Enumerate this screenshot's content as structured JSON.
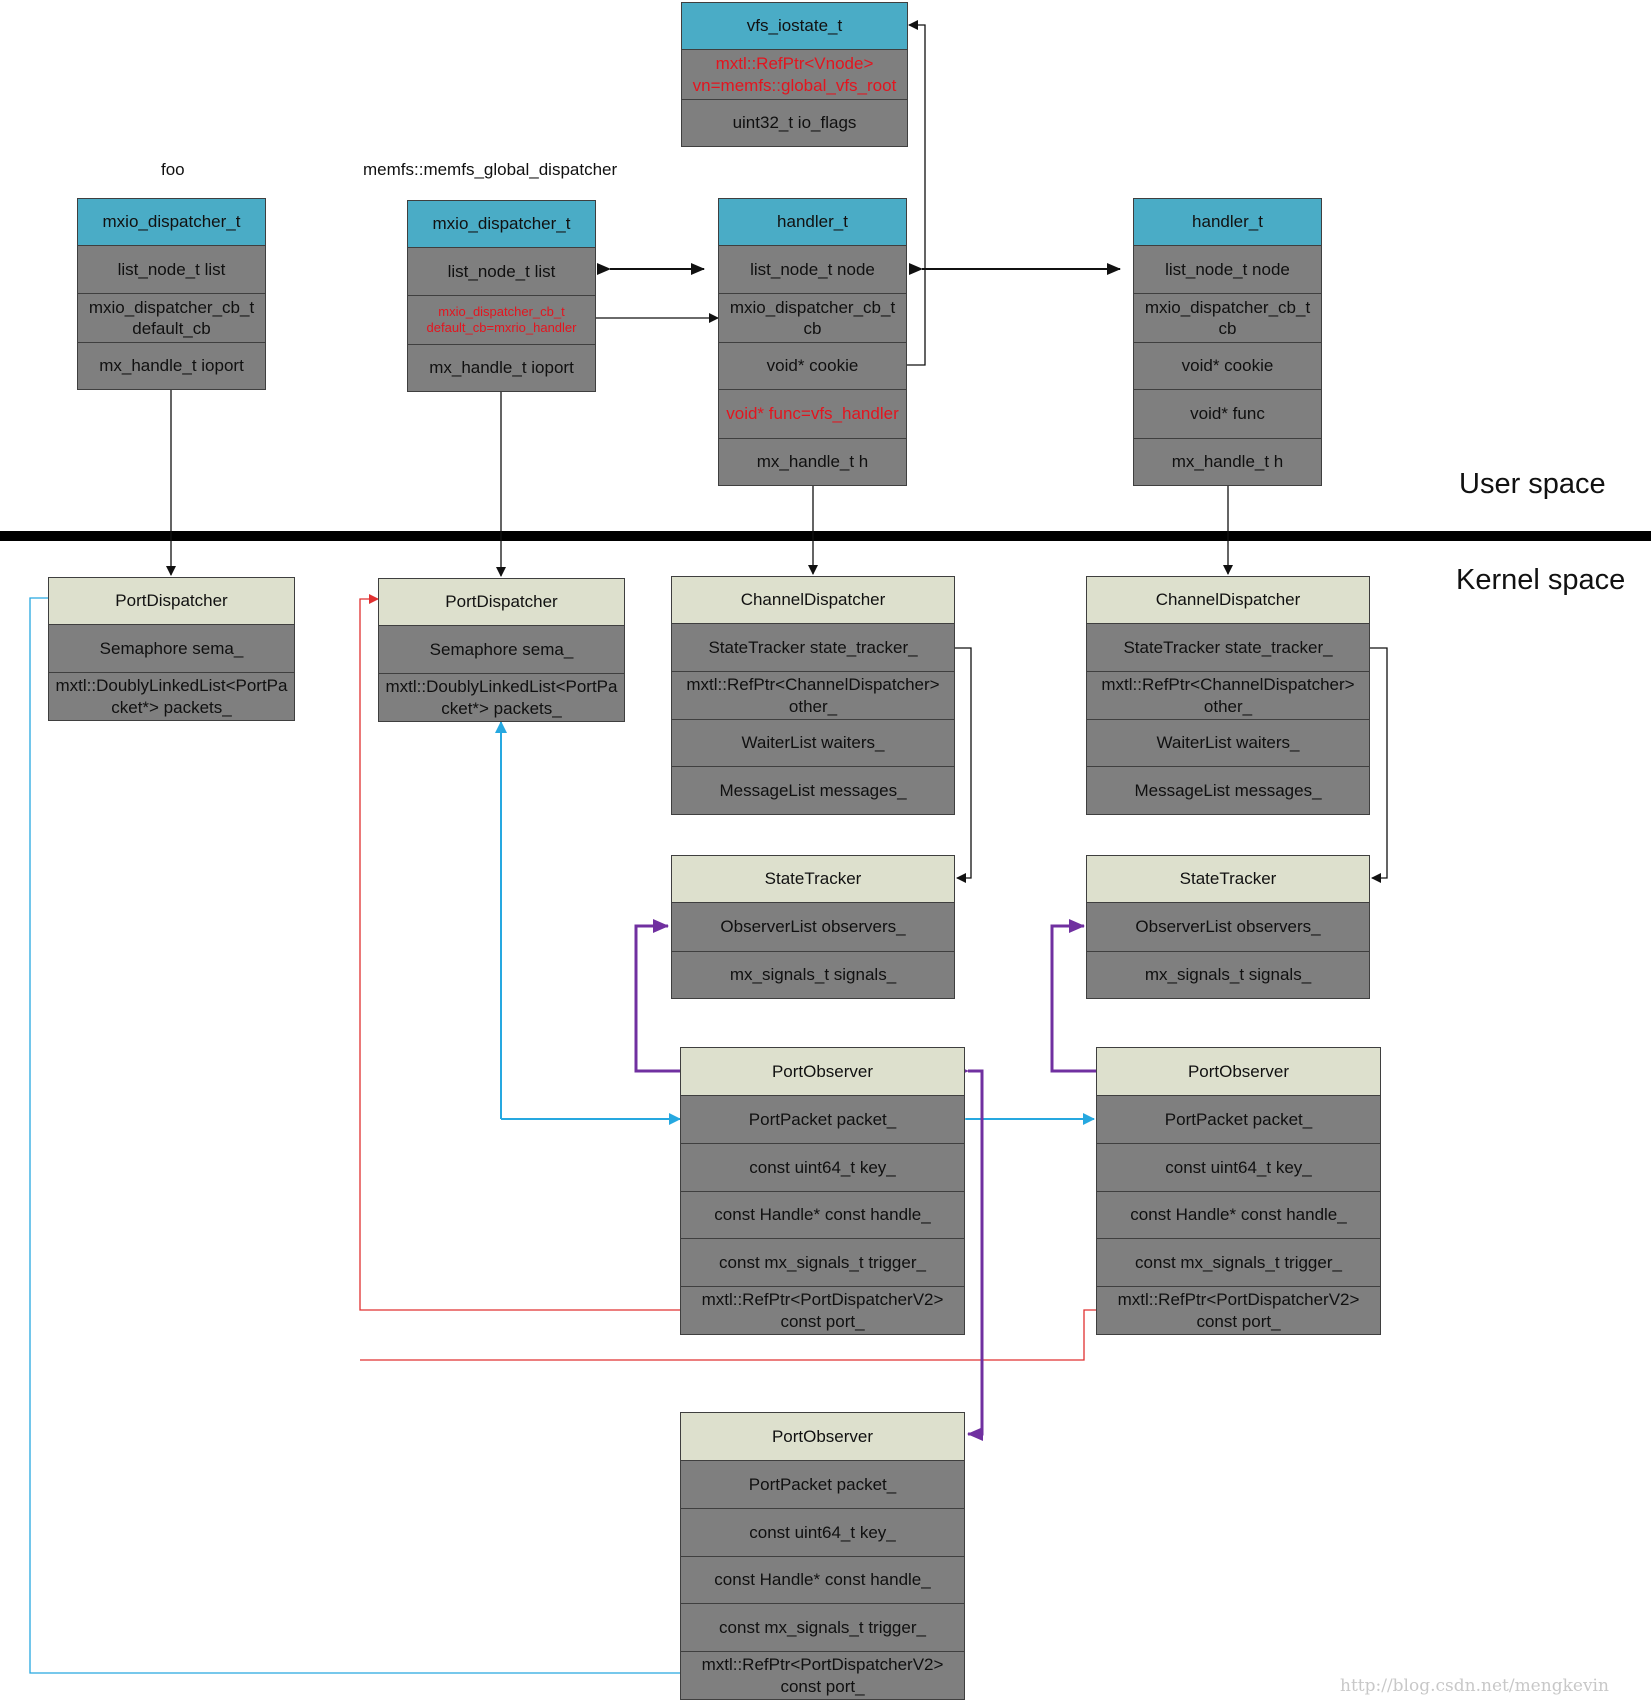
{
  "labels": {
    "foo": "foo",
    "memfs": "memfs::memfs_global_dispatcher",
    "user_space": "User space",
    "kernel_space": "Kernel space",
    "watermark": "http://blog.csdn.net/mengkevin"
  },
  "colors": {
    "header_blue": "#4aacc6",
    "header_beige": "#dde0cd",
    "field_gray": "#7f7f7f",
    "red_text": "#e3151f",
    "arrow_blue": "#26a8e0",
    "arrow_purple": "#7030a0",
    "arrow_red": "#e03030"
  },
  "boxes": {
    "vfs_iostate": {
      "title": "vfs_iostate_t",
      "fields": [
        {
          "text": "mxtl::RefPtr<Vnode>\nvn=memfs::global_vfs_root",
          "red": true
        },
        {
          "text": "uint32_t io_flags"
        }
      ]
    },
    "foo_dispatcher": {
      "title": "mxio_dispatcher_t",
      "fields": [
        {
          "text": "list_node_t list"
        },
        {
          "text": "mxio_dispatcher_cb_t\ndefault_cb"
        },
        {
          "text": "mx_handle_t ioport"
        }
      ]
    },
    "memfs_dispatcher": {
      "title": "mxio_dispatcher_t",
      "fields": [
        {
          "text": "list_node_t list"
        },
        {
          "text": "mxio_dispatcher_cb_t\ndefault_cb=mxrio_handler",
          "red": true,
          "small": true
        },
        {
          "text": "mx_handle_t ioport"
        }
      ]
    },
    "handler1": {
      "title": "handler_t",
      "fields": [
        {
          "text": "list_node_t node"
        },
        {
          "text": "mxio_dispatcher_cb_t\ncb"
        },
        {
          "text": "void* cookie"
        },
        {
          "text": "void* func=vfs_handler",
          "red": true
        },
        {
          "text": "mx_handle_t h"
        }
      ]
    },
    "handler2": {
      "title": "handler_t",
      "fields": [
        {
          "text": "list_node_t node"
        },
        {
          "text": "mxio_dispatcher_cb_t\ncb"
        },
        {
          "text": "void* cookie"
        },
        {
          "text": "void* func"
        },
        {
          "text": "mx_handle_t h"
        }
      ]
    },
    "port_dispatcher1": {
      "title": "PortDispatcher",
      "fields": [
        {
          "text": "Semaphore sema_"
        },
        {
          "text": "mxtl::DoublyLinkedList<PortPa\ncket*> packets_"
        }
      ]
    },
    "port_dispatcher2": {
      "title": "PortDispatcher",
      "fields": [
        {
          "text": "Semaphore sema_"
        },
        {
          "text": "mxtl::DoublyLinkedList<PortPa\ncket*> packets_"
        }
      ]
    },
    "channel_dispatcher1": {
      "title": "ChannelDispatcher",
      "fields": [
        {
          "text": "StateTracker state_tracker_"
        },
        {
          "text": "mxtl::RefPtr<ChannelDispatcher>\nother_"
        },
        {
          "text": "WaiterList waiters_"
        },
        {
          "text": "MessageList messages_"
        }
      ]
    },
    "channel_dispatcher2": {
      "title": "ChannelDispatcher",
      "fields": [
        {
          "text": "StateTracker state_tracker_"
        },
        {
          "text": "mxtl::RefPtr<ChannelDispatcher>\nother_"
        },
        {
          "text": "WaiterList waiters_"
        },
        {
          "text": "MessageList messages_"
        }
      ]
    },
    "state_tracker1": {
      "title": "StateTracker",
      "fields": [
        {
          "text": "ObserverList observers_"
        },
        {
          "text": "mx_signals_t signals_"
        }
      ]
    },
    "state_tracker2": {
      "title": "StateTracker",
      "fields": [
        {
          "text": "ObserverList observers_"
        },
        {
          "text": "mx_signals_t signals_"
        }
      ]
    },
    "port_observer1": {
      "title": "PortObserver",
      "fields": [
        {
          "text": "PortPacket packet_"
        },
        {
          "text": "const uint64_t key_"
        },
        {
          "text": "const Handle* const handle_"
        },
        {
          "text": "const mx_signals_t trigger_"
        },
        {
          "text": "mxtl::RefPtr<PortDispatcherV2>\nconst port_"
        }
      ]
    },
    "port_observer2": {
      "title": "PortObserver",
      "fields": [
        {
          "text": "PortPacket packet_"
        },
        {
          "text": "const uint64_t key_"
        },
        {
          "text": "const Handle* const handle_"
        },
        {
          "text": "const mx_signals_t trigger_"
        },
        {
          "text": "mxtl::RefPtr<PortDispatcherV2>\nconst port_"
        }
      ]
    },
    "port_observer3": {
      "title": "PortObserver",
      "fields": [
        {
          "text": "PortPacket packet_"
        },
        {
          "text": "const uint64_t key_"
        },
        {
          "text": "const Handle* const handle_"
        },
        {
          "text": "const mx_signals_t trigger_"
        },
        {
          "text": "mxtl::RefPtr<PortDispatcherV2>\nconst port_"
        }
      ]
    }
  }
}
